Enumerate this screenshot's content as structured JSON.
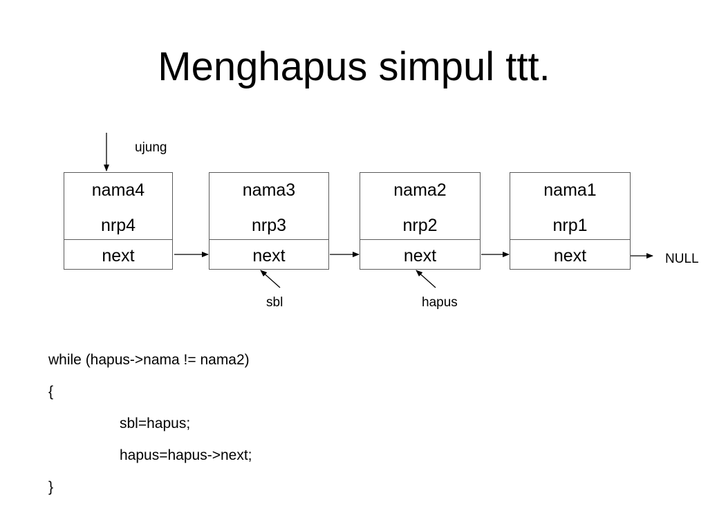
{
  "title": "Menghapus simpul ttt.",
  "diagram": {
    "head_pointer_label": "ujung",
    "nodes": [
      {
        "nama": "nama4",
        "nrp": "nrp4",
        "next": "next"
      },
      {
        "nama": "nama3",
        "nrp": "nrp3",
        "next": "next"
      },
      {
        "nama": "nama2",
        "nrp": "nrp2",
        "next": "next"
      },
      {
        "nama": "nama1",
        "nrp": "nrp1",
        "next": "next"
      }
    ],
    "null_label": "NULL",
    "pointer_labels": {
      "sbl": "sbl",
      "hapus": "hapus"
    }
  },
  "code": {
    "lines": [
      "while (hapus->nama != nama2)",
      "{",
      "sbl=hapus;",
      "hapus=hapus->next;",
      "}"
    ]
  }
}
